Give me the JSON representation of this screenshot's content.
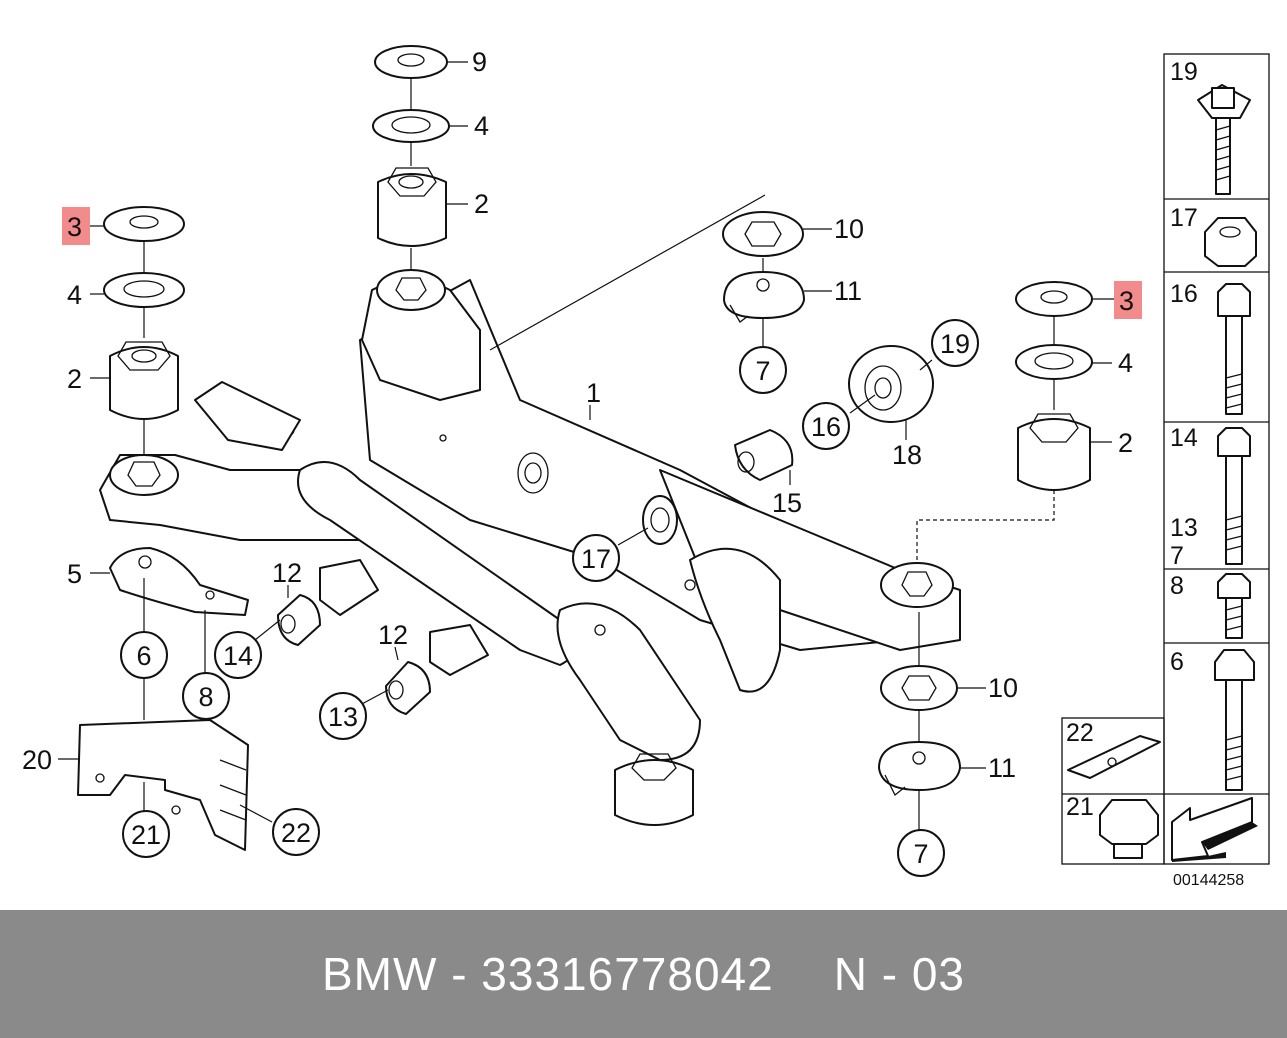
{
  "diagram_number": "00144258",
  "colors": {
    "highlight": "#f28b8b",
    "footer_bg": "#8a8a8a",
    "footer_text": "#ffffff"
  },
  "callouts": {
    "c1": "1",
    "c2a": "2",
    "c2b": "2",
    "c2c": "2",
    "c3a": "3",
    "c3b": "3",
    "c4a": "4",
    "c4b": "4",
    "c4c": "4",
    "c5": "5",
    "c6": "6",
    "c7a": "7",
    "c7b": "7",
    "c8": "8",
    "c9": "9",
    "c10a": "10",
    "c10b": "10",
    "c11a": "11",
    "c11b": "11",
    "c12a": "12",
    "c12b": "12",
    "c13": "13",
    "c14": "14",
    "c15": "15",
    "c16": "16",
    "c17": "17",
    "c18": "18",
    "c19": "19",
    "c20": "20",
    "c21": "21",
    "c22": "22"
  },
  "panel": {
    "p19": "19",
    "p17": "17",
    "p16": "16",
    "p14": "14",
    "p13": "13",
    "p7": "7",
    "p8": "8",
    "p6": "6",
    "p22": "22",
    "p21": "21"
  },
  "footer": {
    "brand_part": "BMW - 33316778042",
    "code": "N - 03"
  }
}
